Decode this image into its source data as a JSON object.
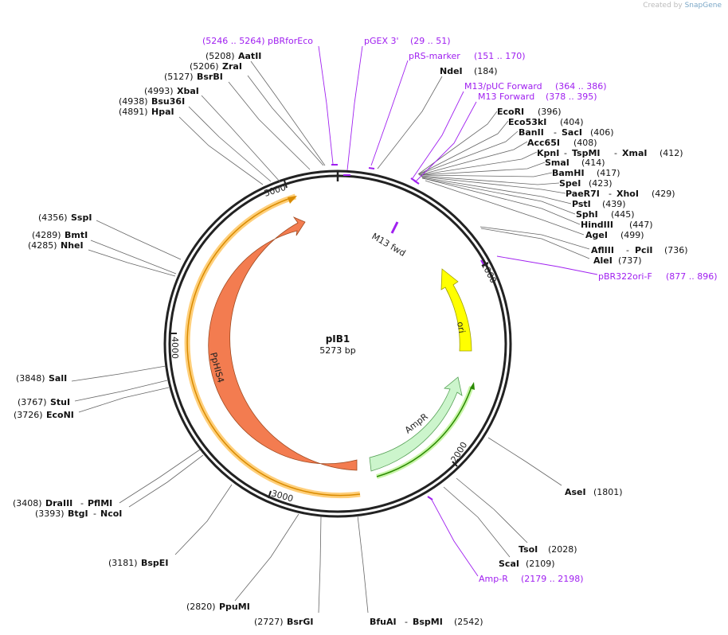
{
  "credit": {
    "prefix": "Created by",
    "brand": "SnapGene"
  },
  "plasmid": {
    "name": "pIB1",
    "size": "5273 bp"
  },
  "ticks": [
    {
      "label": "1000",
      "id": "1000"
    },
    {
      "label": "2000",
      "id": "2000"
    },
    {
      "label": "3000",
      "id": "3000"
    },
    {
      "label": "4000",
      "id": "4000"
    },
    {
      "label": "5000",
      "id": "5000"
    }
  ],
  "features": [
    {
      "name": "PpHIS4",
      "color": "#f37c50"
    },
    {
      "name": "AmpR",
      "color": "#ccf5cc"
    },
    {
      "name": "ori",
      "color": "#ffff00"
    },
    {
      "name": "M13 fwd",
      "color": "#a020f0"
    }
  ],
  "primer_color": "#a020f0",
  "sites": [
    {
      "id": "aatII",
      "enzymes": [
        "AatII"
      ],
      "pos": "(5208)"
    },
    {
      "id": "zrai",
      "enzymes": [
        "ZraI"
      ],
      "pos": "(5206)"
    },
    {
      "id": "bsrbi",
      "enzymes": [
        "BsrBI"
      ],
      "pos": "(5127)"
    },
    {
      "id": "xbai",
      "enzymes": [
        "XbaI"
      ],
      "pos": "(4993)"
    },
    {
      "id": "bsu36i",
      "enzymes": [
        "Bsu36I"
      ],
      "pos": "(4938)"
    },
    {
      "id": "hpai",
      "enzymes": [
        "HpaI"
      ],
      "pos": "(4891)"
    },
    {
      "id": "sspi",
      "enzymes": [
        "SspI"
      ],
      "pos": "(4356)"
    },
    {
      "id": "bmti",
      "enzymes": [
        "BmtI"
      ],
      "pos": "(4289)"
    },
    {
      "id": "nhei",
      "enzymes": [
        "NheI"
      ],
      "pos": "(4285)"
    },
    {
      "id": "sali",
      "enzymes": [
        "SalI"
      ],
      "pos": "(3848)"
    },
    {
      "id": "stui",
      "enzymes": [
        "StuI"
      ],
      "pos": "(3767)"
    },
    {
      "id": "econi",
      "enzymes": [
        "EcoNI"
      ],
      "pos": "(3726)"
    },
    {
      "id": "draiii",
      "enzymes": [
        "DraIII",
        "PflMI"
      ],
      "pos": "(3408)"
    },
    {
      "id": "btgi",
      "enzymes": [
        "BtgI",
        "NcoI"
      ],
      "pos": "(3393)"
    },
    {
      "id": "bspei",
      "enzymes": [
        "BspEI"
      ],
      "pos": "(3181)"
    },
    {
      "id": "ppumi",
      "enzymes": [
        "PpuMI"
      ],
      "pos": "(2820)"
    },
    {
      "id": "bsrgi",
      "enzymes": [
        "BsrGI"
      ],
      "pos": "(2727)"
    },
    {
      "id": "bfuai",
      "enzymes": [
        "BfuAI",
        "BspMI"
      ],
      "pos": "(2542)"
    },
    {
      "id": "scai",
      "enzymes": [
        "ScaI"
      ],
      "pos": "(2109)"
    },
    {
      "id": "tsoi",
      "enzymes": [
        "TsoI"
      ],
      "pos": "(2028)"
    },
    {
      "id": "asei",
      "enzymes": [
        "AseI"
      ],
      "pos": "(1801)"
    },
    {
      "id": "alei",
      "enzymes": [
        "AleI"
      ],
      "pos": "(737)"
    },
    {
      "id": "afliii",
      "enzymes": [
        "AflIII",
        "PciI"
      ],
      "pos": "(736)"
    },
    {
      "id": "agei",
      "enzymes": [
        "AgeI"
      ],
      "pos": "(499)"
    },
    {
      "id": "hindiii",
      "enzymes": [
        "HindIII"
      ],
      "pos": "(447)"
    },
    {
      "id": "sphi",
      "enzymes": [
        "SphI"
      ],
      "pos": "(445)"
    },
    {
      "id": "psti",
      "enzymes": [
        "PstI"
      ],
      "pos": "(439)"
    },
    {
      "id": "paer7i",
      "enzymes": [
        "PaeR7I",
        "XhoI"
      ],
      "pos": "(429)"
    },
    {
      "id": "spei",
      "enzymes": [
        "SpeI"
      ],
      "pos": "(423)"
    },
    {
      "id": "bamhi",
      "enzymes": [
        "BamHI"
      ],
      "pos": "(417)"
    },
    {
      "id": "smai",
      "enzymes": [
        "SmaI"
      ],
      "pos": "(414)"
    },
    {
      "id": "kpni",
      "enzymes": [
        "KpnI",
        "TspMI",
        "XmaI"
      ],
      "pos": "(412)"
    },
    {
      "id": "acc65i",
      "enzymes": [
        "Acc65I"
      ],
      "pos": "(408)"
    },
    {
      "id": "banii",
      "enzymes": [
        "BanII",
        "SacI"
      ],
      "pos": "(406)"
    },
    {
      "id": "eco53ki",
      "enzymes": [
        "Eco53kI"
      ],
      "pos": "(404)"
    },
    {
      "id": "ecori",
      "enzymes": [
        "EcoRI"
      ],
      "pos": "(396)"
    },
    {
      "id": "ndei",
      "enzymes": [
        "NdeI"
      ],
      "pos": "(184)"
    }
  ],
  "primers": [
    {
      "id": "pbrforeco",
      "name": "pBRforEco",
      "range": "(5246 .. 5264)"
    },
    {
      "id": "pgex3",
      "name": "pGEX 3'",
      "range": "(29 .. 51)"
    },
    {
      "id": "prsmarker",
      "name": "pRS-marker",
      "range": "(151 .. 170)"
    },
    {
      "id": "m13puc",
      "name": "M13/pUC Forward",
      "range": "(364 .. 386)"
    },
    {
      "id": "m13fwd",
      "name": "M13 Forward",
      "range": "(378 .. 395)"
    },
    {
      "id": "pbr322ori",
      "name": "pBR322ori-F",
      "range": "(877 .. 896)"
    },
    {
      "id": "ampr",
      "name": "Amp-R",
      "range": "(2179 .. 2198)"
    }
  ]
}
